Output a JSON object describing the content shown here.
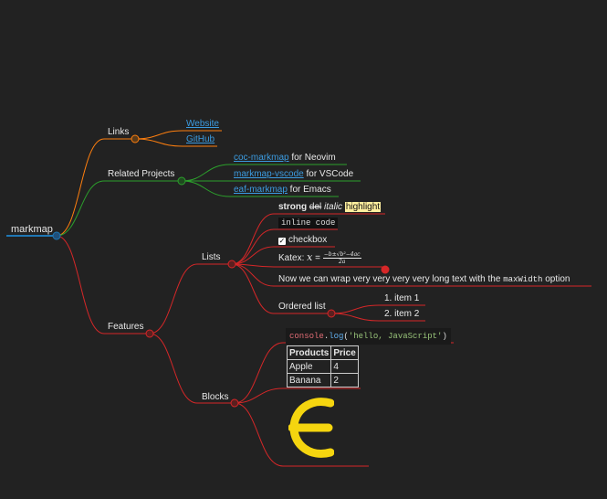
{
  "root": "markmap",
  "links": {
    "label": "Links",
    "website": "Website",
    "github": "GitHub"
  },
  "related": {
    "label": "Related Projects",
    "items": [
      {
        "link": "coc-markmap",
        "suffix": " for Neovim"
      },
      {
        "link": "markmap-vscode",
        "suffix": " for VSCode"
      },
      {
        "link": "eaf-markmap",
        "suffix": " for Emacs"
      }
    ]
  },
  "features": {
    "label": "Features",
    "lists": {
      "label": "Lists",
      "strong": "strong",
      "del": "del",
      "italic": "italic",
      "highlight": "highlight",
      "inline_code": "inline code",
      "checkbox": "checkbox",
      "checkbox_mark": "✓",
      "katex_prefix": "Katex: ",
      "katex_var": "x",
      "katex_eq": " = ",
      "katex_num": "−b±√b²−4ac",
      "katex_den": "2a",
      "long_text_pre": "Now we can wrap very very very very long text with the ",
      "long_text_code": "maxWidth",
      "long_text_post": " option",
      "ordered": {
        "label": "Ordered list",
        "item1": "1. item 1",
        "item2": "2. item 2"
      }
    },
    "blocks": {
      "label": "Blocks",
      "code": {
        "obj": "console",
        "dot": ".",
        "fn": "log",
        "open": "(",
        "str": "'hello, JavaScript'",
        "close": ")"
      },
      "table": {
        "headers": [
          "Products",
          "Price"
        ],
        "rows": [
          [
            "Apple",
            "4"
          ],
          [
            "Banana",
            "2"
          ]
        ]
      },
      "logo_color": "#f5d50f"
    }
  },
  "colors": {
    "background": "#222222",
    "root_branch": "#1f77b4",
    "links_branch": "#ff7f0e",
    "related_branch": "#2ca02c",
    "features_branch": "#d62728",
    "link_text": "#3b9be0"
  }
}
